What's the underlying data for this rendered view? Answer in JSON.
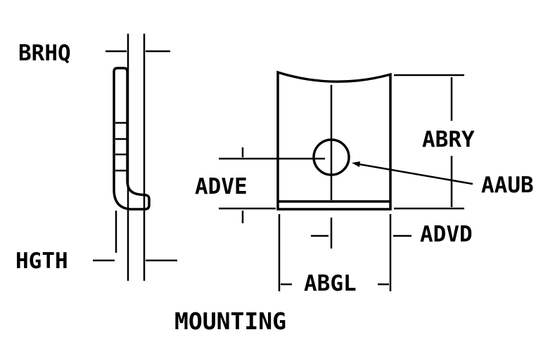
{
  "labels": {
    "brhq": "BRHQ",
    "hgth": "HGTH",
    "abry": "ABRY",
    "adve": "ADVE",
    "aaub": "AAUB",
    "advd": "ADVD",
    "abgl": "ABGL"
  },
  "caption": "MOUNTING"
}
